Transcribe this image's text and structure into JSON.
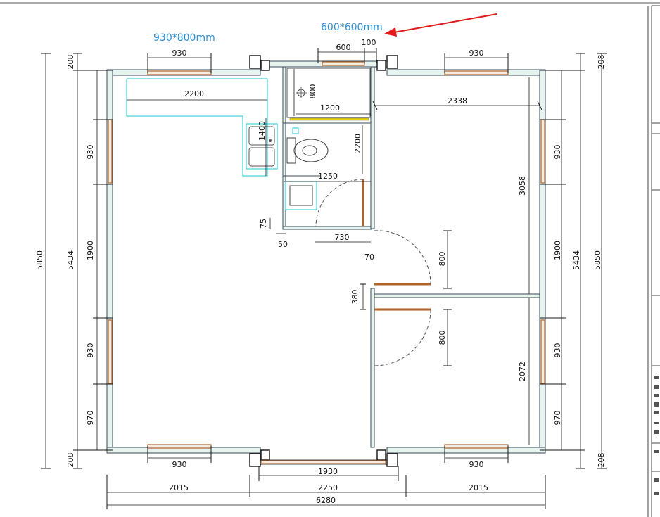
{
  "annotations": {
    "window_note": "930*800mm",
    "window_note_color": "#2a8fd6",
    "small_window_note": "600*600mm",
    "small_window_note_color": "#2a8fd6",
    "arrow_color": "#e21b1b"
  },
  "dimensions": {
    "top_left_window": "930",
    "top_small_window": "600",
    "top_small_gap": "100",
    "top_right_window": "930",
    "bottom_left_window": "930",
    "bottom_door": "1930",
    "bottom_right_window": "930",
    "bottom_seg_left": "2015",
    "bottom_seg_mid": "2250",
    "bottom_seg_right": "2015",
    "total_width": "6280",
    "counter_length": "2200",
    "counter_depth": "1400",
    "shower_depth": "800",
    "shower_width": "1200",
    "bath_height": "2200",
    "bath_width": "1250",
    "bath_wall": "75",
    "bath_offset": "50",
    "bath_door": "730",
    "door_gap": "70",
    "room1_width": "2338",
    "room1_height": "3058",
    "door1": "800",
    "door2": "800",
    "partition_gap": "380",
    "room2_height": "2072",
    "left_top": "208",
    "left_win1": "930",
    "left_mid": "1900",
    "left_win2": "930",
    "left_low": "970",
    "left_bottom": "208",
    "left_inner_total": "5434",
    "left_total": "5850",
    "right_top": "208",
    "right_win1": "930",
    "right_mid": "1900",
    "right_win2": "930",
    "right_low": "970",
    "right_bottom": "208",
    "right_inner_total": "5434",
    "right_total": "5850"
  },
  "colors": {
    "wall_line": "#3a4a58",
    "wall_fill": "#e6f3ee",
    "window_color": "#b0632a",
    "fixture_color": "#1ec6d6",
    "dimension_color": "#1a1a1a",
    "shower_bar": "#e6d400"
  }
}
